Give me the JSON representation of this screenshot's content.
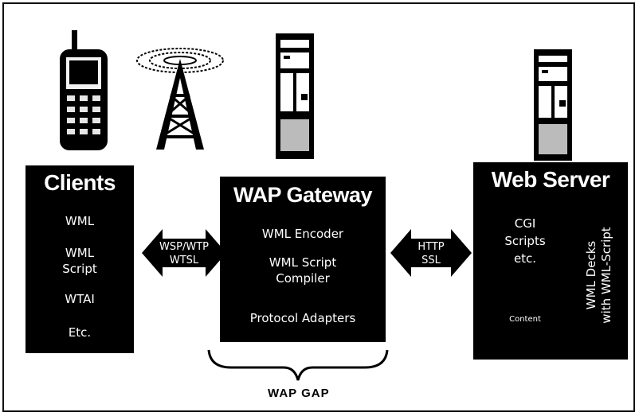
{
  "clients": {
    "title": "Clients",
    "items": [
      "WML",
      "WML\nScript",
      "WTAI",
      "Etc."
    ]
  },
  "gateway": {
    "title": "WAP Gateway",
    "items": [
      "WML Encoder",
      "WML Script\nCompiler",
      "Protocol Adapters"
    ]
  },
  "server": {
    "title": "Web Server",
    "cgi": "CGI\nScripts\netc.",
    "content": "Content",
    "decks": "WML Decks\nwith WML-Script"
  },
  "arrows": {
    "left": "WSP/WTP\nWTSL",
    "right": "HTTP\nSSL"
  },
  "gap_label": "WAP GAP",
  "icons": [
    "mobile-phone-icon",
    "radio-tower-icon",
    "gateway-server-icon",
    "web-server-icon"
  ]
}
